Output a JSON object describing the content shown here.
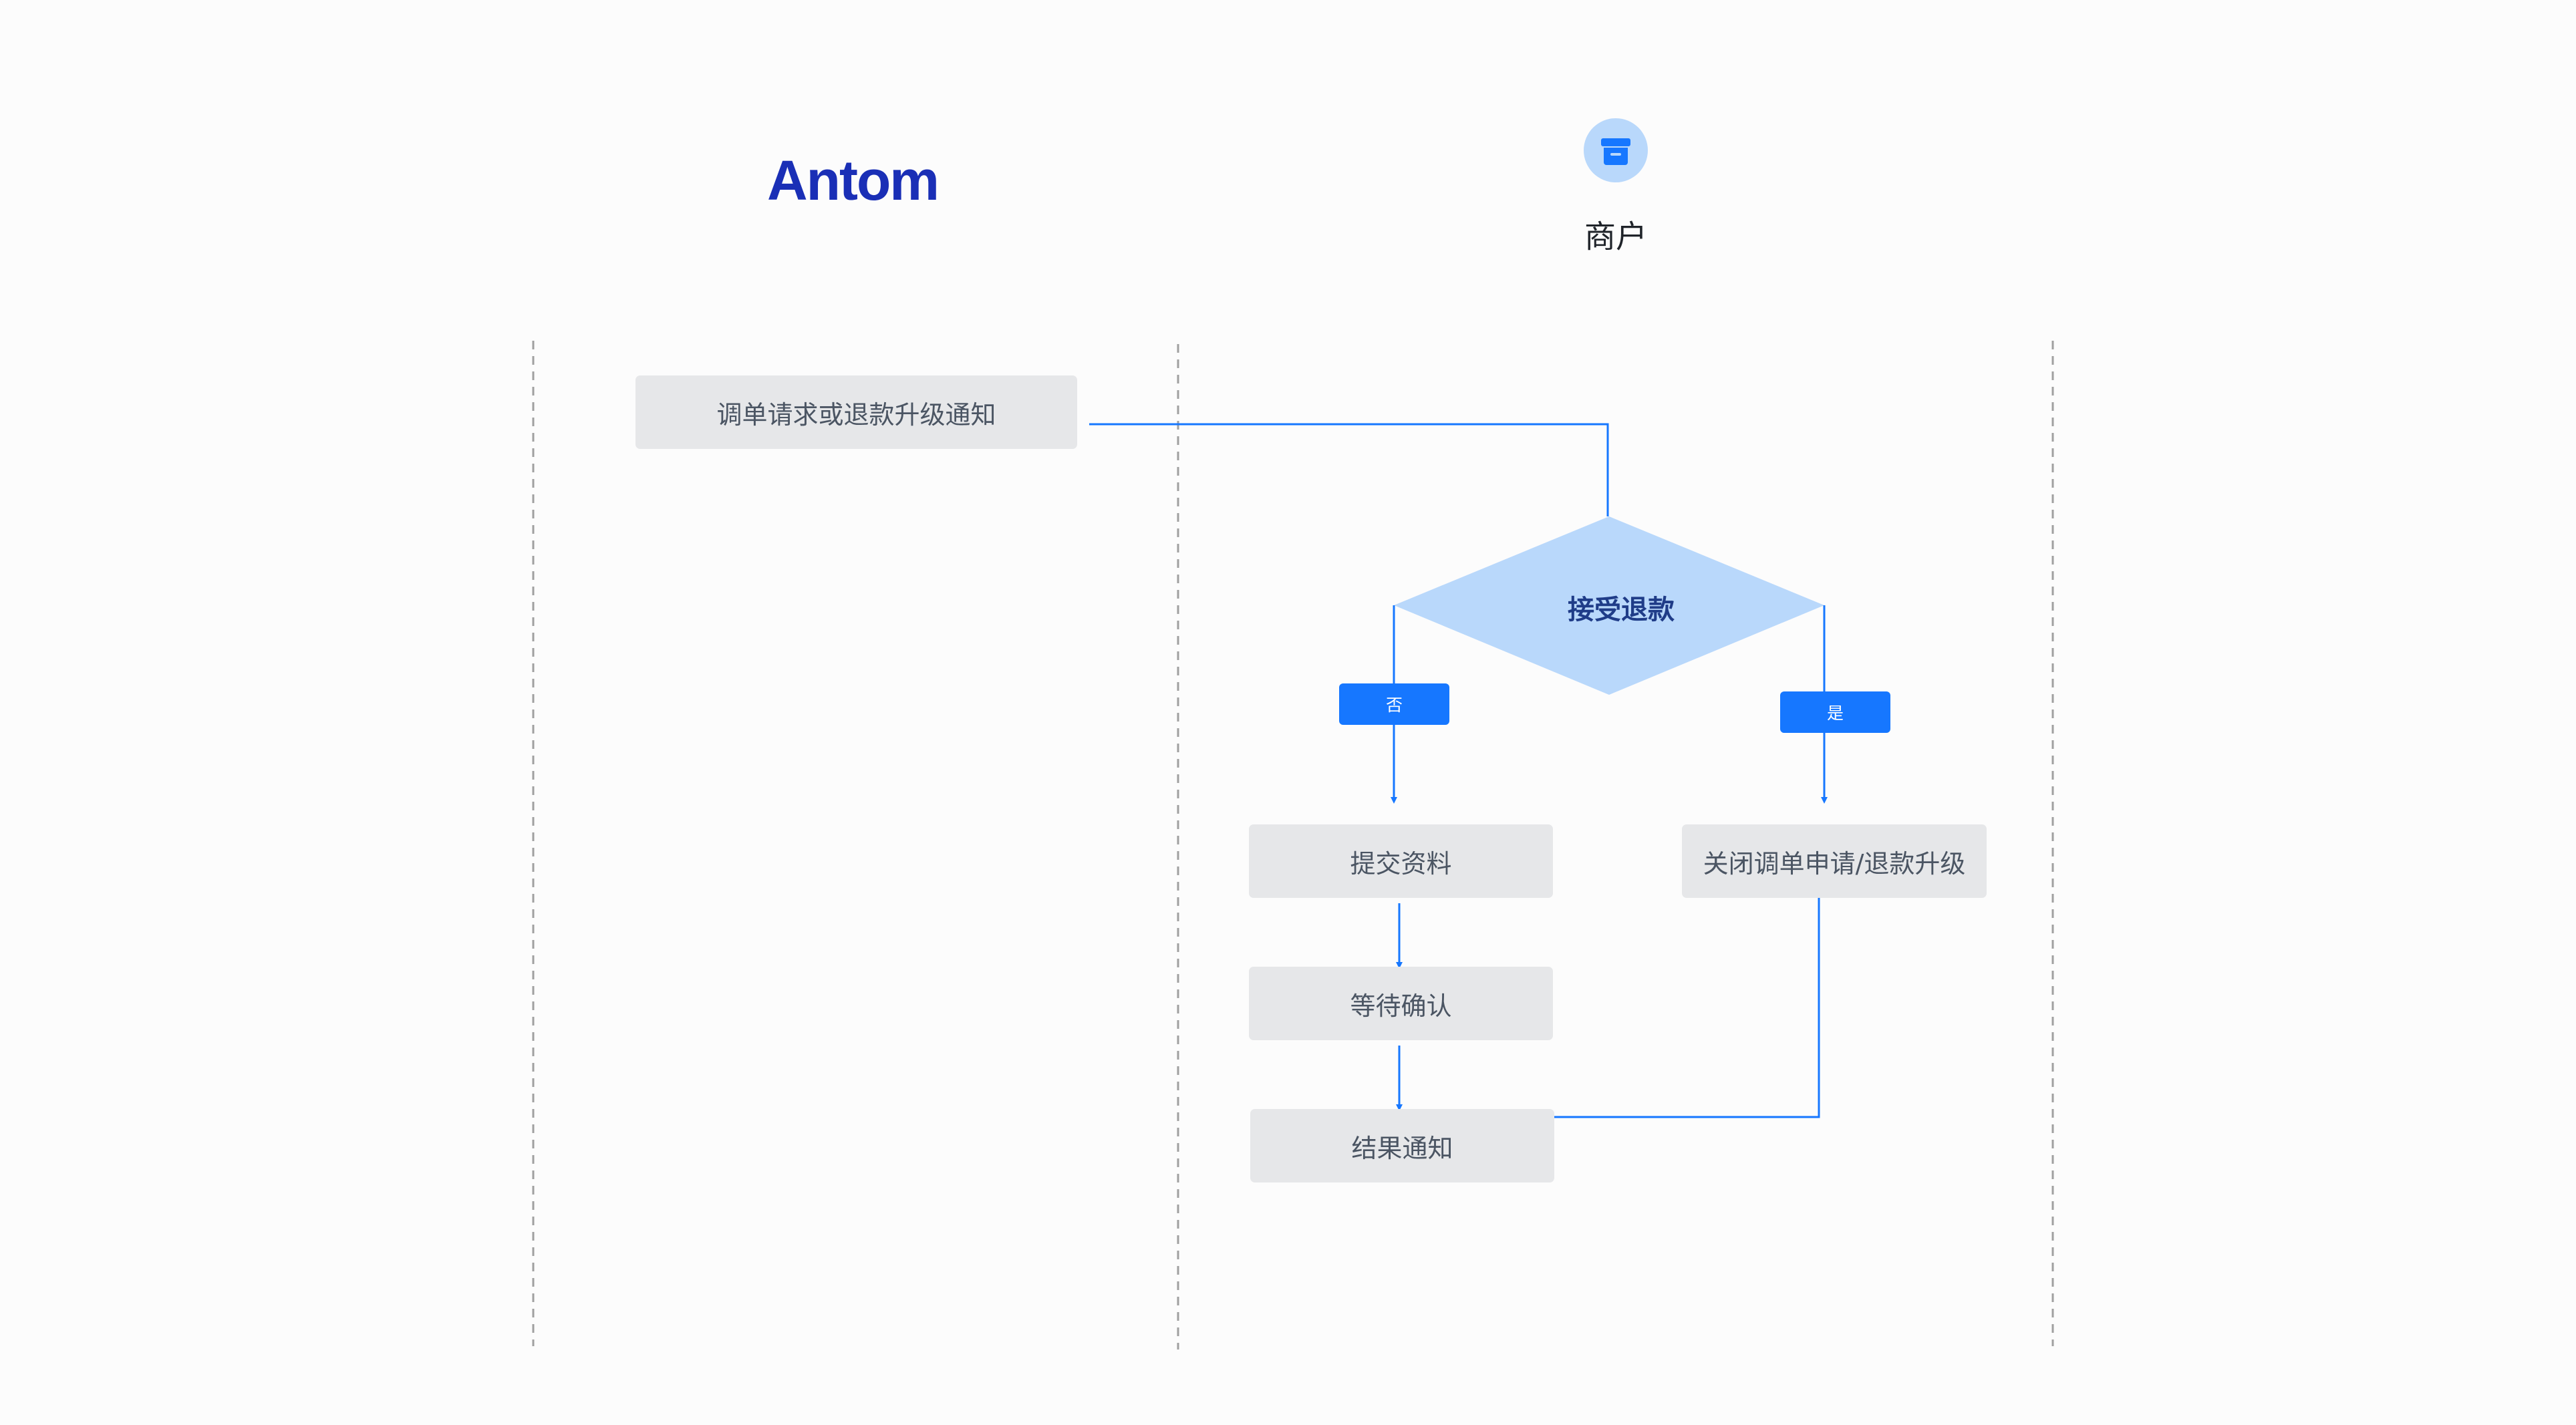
{
  "header": {
    "left_logo_text": "Antom",
    "right_lane_title": "商户",
    "right_lane_icon": "store-icon"
  },
  "nodes": {
    "notify": "调单请求或退款升级通知",
    "decision": "接受退款",
    "no_label": "否",
    "yes_label": "是",
    "submit": "提交资料",
    "wait": "等待确认",
    "result": "结果通知",
    "close": "关闭调单申请/退款升级"
  },
  "colors": {
    "connector": "#1677ff",
    "decision_fill": "#b9d8fb",
    "box_fill": "#e6e7e9",
    "lane_divider": "#a0a0a0",
    "logo": "#1a2fb6"
  }
}
